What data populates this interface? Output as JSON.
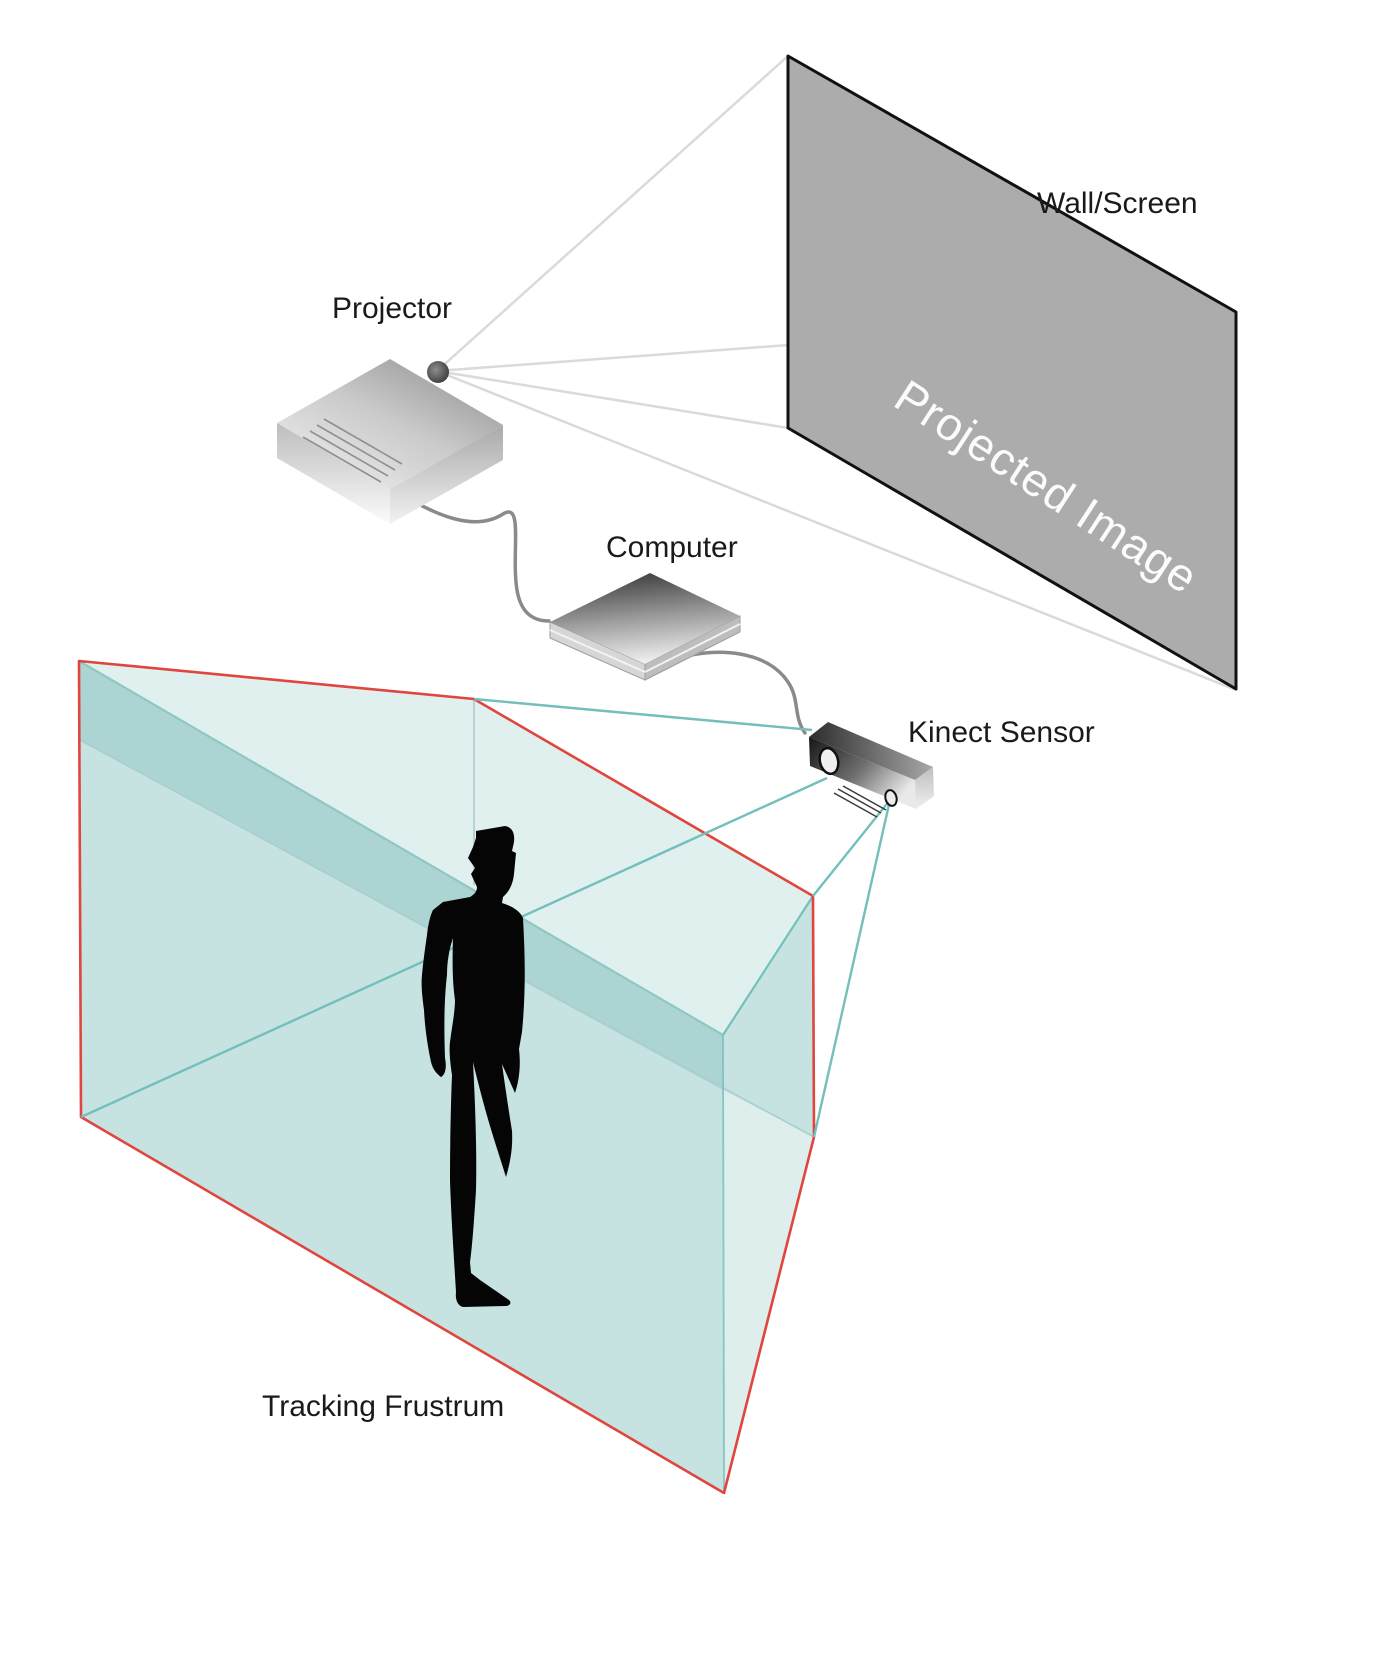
{
  "diagram": {
    "labels": {
      "wall_screen": "Wall/Screen",
      "projected_image": "Projected Image",
      "projector": "Projector",
      "computer": "Computer",
      "kinect_sensor": "Kinect Sensor",
      "tracking_frustum": "Tracking Frustrum"
    },
    "colors": {
      "wall_fill": "#acacac",
      "wall_outline": "#111111",
      "projected_image_text": "#fcfcfc",
      "label_text": "#1a1a1a",
      "projector_ray": "#dadada",
      "sensor_ray": "#72bfbc",
      "frustum_fill": "#c6e3e2",
      "frustum_edge": "#e0453e",
      "cable": "#8a8a8a",
      "person_fill": "#050505"
    }
  }
}
